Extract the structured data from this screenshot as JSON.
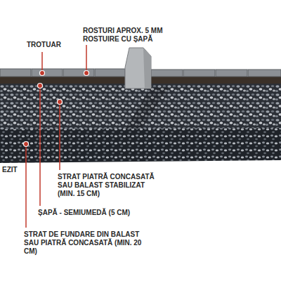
{
  "diagram": {
    "labels": [
      "TROTUAR",
      "ROSTURI APROX. 5 MM ROSTUIRE CU ȘAPĂ",
      "STRAT PIATRĂ CONCASATĂ SAU BALAST STABILIZAT (MIN. 15 CM)",
      "ȘAPĂ - SEMIUMEDĂ (5 CM)",
      "STRAT DE FUNDARE DIN BALAST SAU PIATRĂ CONCASATĂ (MIN. 20 CM)",
      "EZIT"
    ]
  }
}
